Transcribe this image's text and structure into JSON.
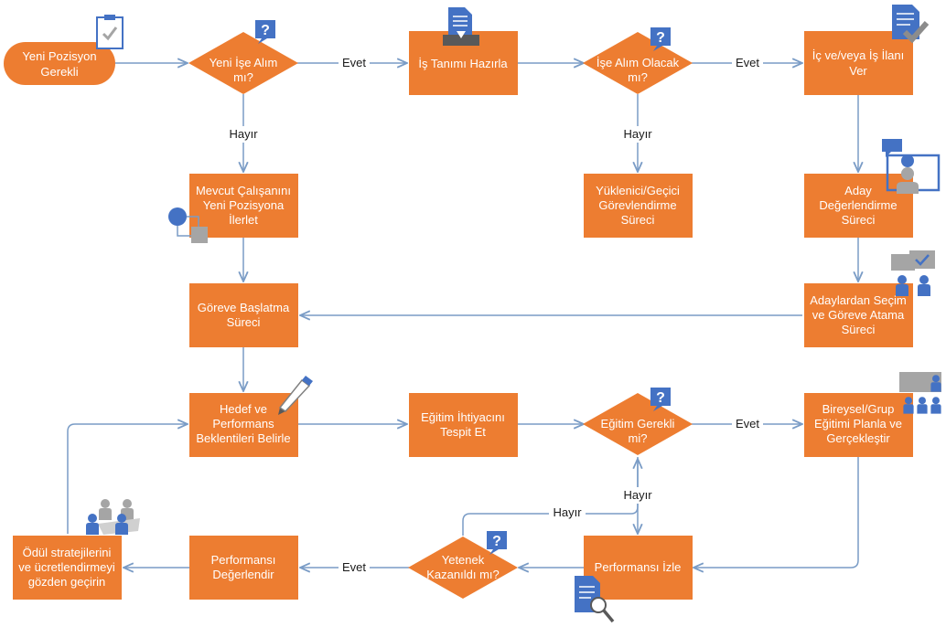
{
  "colors": {
    "node_fill": "#ED7D31",
    "node_text": "#FFFFFF",
    "edge": "#7A9CC6",
    "icon_blue": "#4472C4",
    "icon_gray": "#A5A5A5"
  },
  "nodes": {
    "start": "Yeni Pozisyon Gerekli",
    "d_new_hire": "Yeni İşe Alım mı?",
    "job_desc": "İş Tanımı Hazırla",
    "d_employ": "İşe Alım Olacak mı?",
    "post_job": "İç ve/veya İş İlanı Ver",
    "promote": "Mevcut Çalışanını Yeni Pozisyona İlerlet",
    "contractor": "Yüklenici/Geçici Görevlendirme Süreci",
    "evaluate": "Aday Değerlendirme Süreci",
    "onboard": "Göreve Başlatma Süreci",
    "select": "Adaylardan Seçim ve Göreve Atama Süreci",
    "goals": "Hedef ve Performans Beklentileri Belirle",
    "training_need": "Eğitim İhtiyacını Tespit Et",
    "d_training": "Eğitim Gerekli mi?",
    "plan_training": "Bireysel/Grup Eğitimi Planla ve Gerçekleştir",
    "reward": "Ödül stratejilerini ve ücretlendirmeyi gözden geçirin",
    "assess": "Performansı Değerlendir",
    "d_skill": "Yetenek Kazanıldı mı?",
    "monitor": "Performansı İzle"
  },
  "edges": {
    "yes1": "Evet",
    "no1": "Hayır",
    "yes2": "Evet",
    "no2": "Hayır",
    "yes3": "Evet",
    "no3": "Hayır",
    "no4": "Hayır",
    "yes4": "Evet"
  },
  "icons": [
    "clipboard-check-icon",
    "question-badge-icon",
    "document-tray-icon",
    "document-check-icon",
    "profile-chat-icon",
    "org-flow-icon",
    "meeting-check-icon",
    "pencil-icon",
    "trainer-group-icon",
    "team-icon",
    "document-search-icon"
  ]
}
